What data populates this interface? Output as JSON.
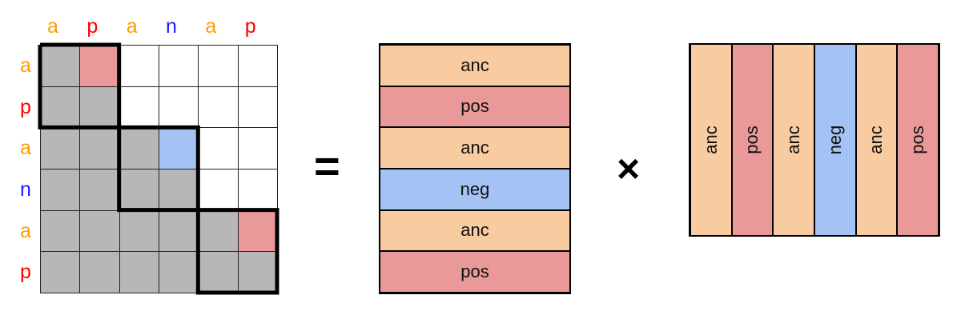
{
  "colors": {
    "anc": "#f8cba0",
    "pos": "#ea9999",
    "neg": "#a4c2f4",
    "masked": "#b7b7b7",
    "empty": "#ffffff",
    "label_a": "#ff9900",
    "label_p": "#ff0000",
    "label_n": "#1c1cff"
  },
  "matrix": {
    "column_labels": [
      "a",
      "p",
      "a",
      "n",
      "a",
      "p"
    ],
    "row_labels": [
      "a",
      "p",
      "a",
      "n",
      "a",
      "p"
    ],
    "cells": [
      [
        "masked",
        "pos",
        "empty",
        "empty",
        "empty",
        "empty"
      ],
      [
        "masked",
        "masked",
        "empty",
        "empty",
        "empty",
        "empty"
      ],
      [
        "masked",
        "masked",
        "masked",
        "neg",
        "empty",
        "empty"
      ],
      [
        "masked",
        "masked",
        "masked",
        "masked",
        "empty",
        "empty"
      ],
      [
        "masked",
        "masked",
        "masked",
        "masked",
        "masked",
        "pos"
      ],
      [
        "masked",
        "masked",
        "masked",
        "masked",
        "masked",
        "masked"
      ]
    ]
  },
  "operators": {
    "equals": "=",
    "times": "×"
  },
  "column_vector": {
    "items": [
      {
        "label": "anc",
        "kind": "anc"
      },
      {
        "label": "pos",
        "kind": "pos"
      },
      {
        "label": "anc",
        "kind": "anc"
      },
      {
        "label": "neg",
        "kind": "neg"
      },
      {
        "label": "anc",
        "kind": "anc"
      },
      {
        "label": "pos",
        "kind": "pos"
      }
    ]
  },
  "row_vector": {
    "items": [
      {
        "label": "anc",
        "kind": "anc"
      },
      {
        "label": "pos",
        "kind": "pos"
      },
      {
        "label": "anc",
        "kind": "anc"
      },
      {
        "label": "neg",
        "kind": "neg"
      },
      {
        "label": "anc",
        "kind": "anc"
      },
      {
        "label": "pos",
        "kind": "pos"
      }
    ]
  }
}
